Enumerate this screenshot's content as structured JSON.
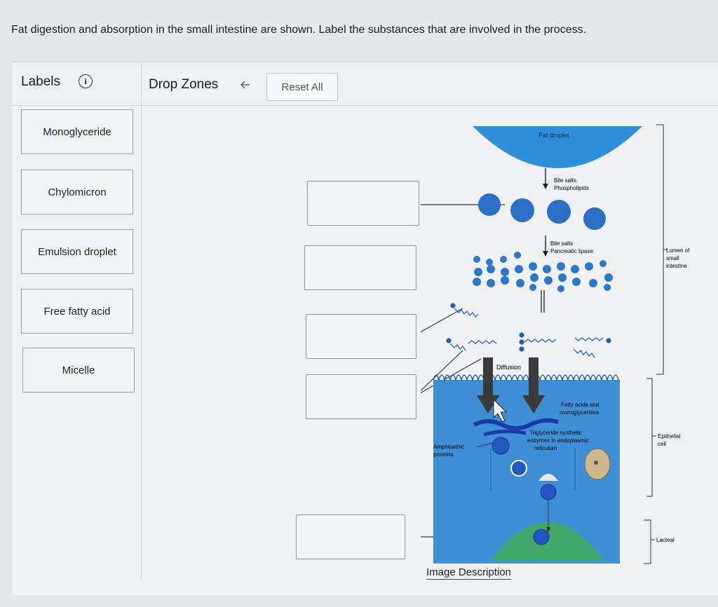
{
  "prompt": "Fat digestion and absorption in the small intestine are shown. Label the substances that are involved in the process.",
  "labels_header": "Labels",
  "drop_zones_header": "Drop Zones",
  "reset_label": "Reset All",
  "labels": [
    "Monoglyceride",
    "Chylomicron",
    "Emulsion droplet",
    "Free fatty acid",
    "Micelle"
  ],
  "diagram": {
    "fat_droplet": "Fat droplet",
    "bile_1": "Bile salts",
    "phospholipids": "Phospholipids",
    "bile_2": "Bile salts",
    "pancreatic": "Pancreatic lipase",
    "lumen": [
      "Lumen of",
      "small",
      "intestine"
    ],
    "diffusion": "Diffusion",
    "fatty_1": "Fatty acids and",
    "fatty_2": "monoglycerides",
    "trig_1": "Triglyceride synthetic",
    "trig_2": "enzymes in endoplasmic",
    "trig_3": "reticulum",
    "amph_1": "Amphipathic",
    "amph_2": "proteins",
    "epi_1": "Epithelial",
    "epi_2": "cell",
    "lacteal": "Lacteal"
  },
  "image_description": "Image Description"
}
